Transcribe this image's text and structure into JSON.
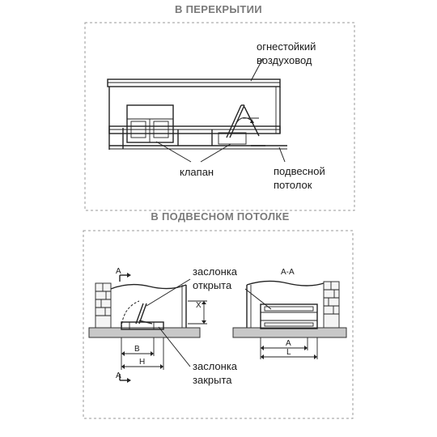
{
  "sections": {
    "top_title": "В ПЕРЕКРЫТИИ",
    "bottom_title": "В ПОДВЕСНОМ ПОТОЛКЕ"
  },
  "top_labels": {
    "duct_line1": "огнестойкий",
    "duct_line2": "воздуховод",
    "valve": "клапан",
    "ceiling_line1": "подвесной",
    "ceiling_line2": "потолок"
  },
  "bottom_labels": {
    "damper_open_line1": "заслонка",
    "damper_open_line2": "открыта",
    "damper_closed_line1": "заслонка",
    "damper_closed_line2": "закрыта",
    "section_a_top": "А",
    "section_a_bottom": "А",
    "section_aa": "А-А",
    "dim_x": "X",
    "dim_b": "B",
    "dim_h": "H",
    "dim_a": "A",
    "dim_l": "L"
  }
}
